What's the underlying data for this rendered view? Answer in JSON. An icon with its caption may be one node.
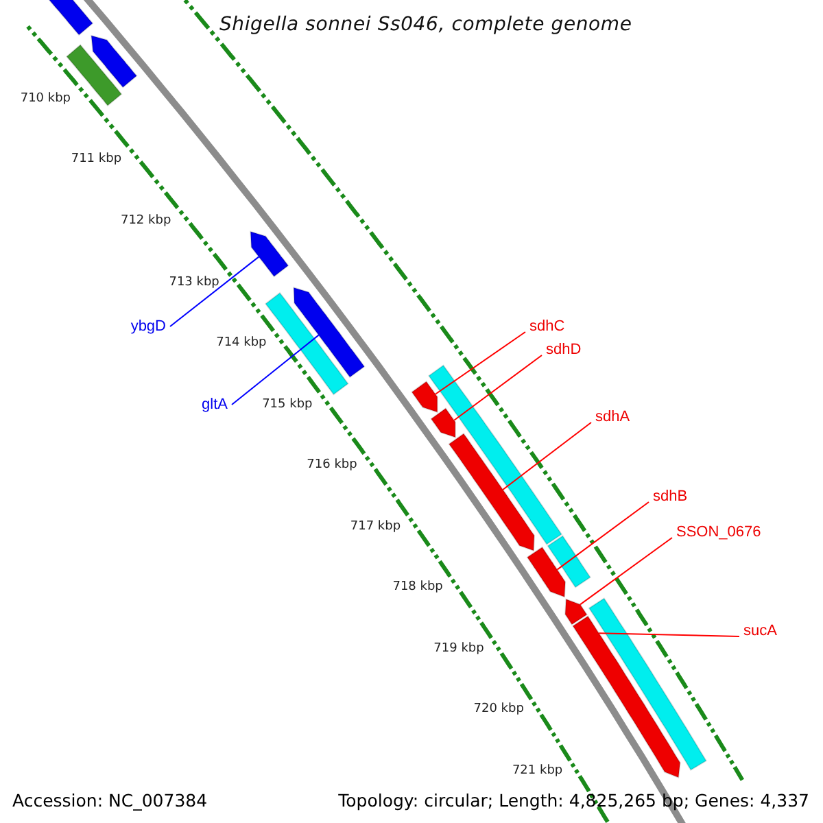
{
  "diagram": {
    "title": "Shigella sonnei Ss046, complete genome",
    "nodes": [
      {
        "text": [
          "ybgD"
        ]
      },
      {
        "text": [
          "gltA"
        ]
      },
      {
        "text": [
          "sdhC"
        ]
      },
      {
        "text": [
          "sdhD"
        ]
      },
      {
        "text": [
          "sdhA"
        ]
      },
      {
        "text": [
          "sdhB"
        ]
      },
      {
        "text": [
          "SSON_0676"
        ]
      },
      {
        "text": [
          "sucA"
        ]
      },
      {
        "text": [],
        "shape": "arrow"
      },
      {
        "text": [],
        "shape": "arrow"
      },
      {
        "text": [],
        "shape": "arrow"
      },
      {
        "text": [],
        "shape": "arrow"
      },
      {
        "text": [],
        "shape": "arrow"
      },
      {
        "text": [],
        "shape": "arrow"
      },
      {
        "text": [],
        "shape": "arrow"
      },
      {
        "text": [],
        "shape": "arrow"
      },
      {
        "text": [],
        "shape": "arrow"
      },
      {
        "text": [],
        "shape": "bar"
      },
      {
        "text": [],
        "shape": "arrow"
      },
      {
        "text": [],
        "shape": "bar"
      },
      {
        "text": [],
        "shape": "bar"
      },
      {
        "text": [],
        "shape": "bar"
      },
      {
        "text": [],
        "shape": "bar"
      }
    ],
    "edges": [
      {
        "from": 0,
        "to": 8,
        "arrow": "none",
        "color": "#0000ff"
      },
      {
        "from": 1,
        "to": 9,
        "arrow": "none",
        "color": "#0000ff"
      },
      {
        "from": 2,
        "to": 10,
        "arrow": "none"
      },
      {
        "from": 3,
        "to": 11,
        "arrow": "none"
      },
      {
        "from": 4,
        "to": 12,
        "arrow": "none"
      },
      {
        "from": 5,
        "to": 13,
        "arrow": "none"
      },
      {
        "from": 6,
        "to": 14,
        "arrow": "none"
      },
      {
        "from": 7,
        "to": 15,
        "arrow": "none"
      }
    ],
    "labels": [
      "710 kbp",
      "711 kbp",
      "712 kbp",
      "713 kbp",
      "714 kbp",
      "715 kbp",
      "716 kbp",
      "717 kbp",
      "718 kbp",
      "719 kbp",
      "720 kbp",
      "721 kbp",
      "Accession: NC_007384",
      "Topology: circular; Length: 4,825,265 bp; Genes: 4,337"
    ]
  }
}
